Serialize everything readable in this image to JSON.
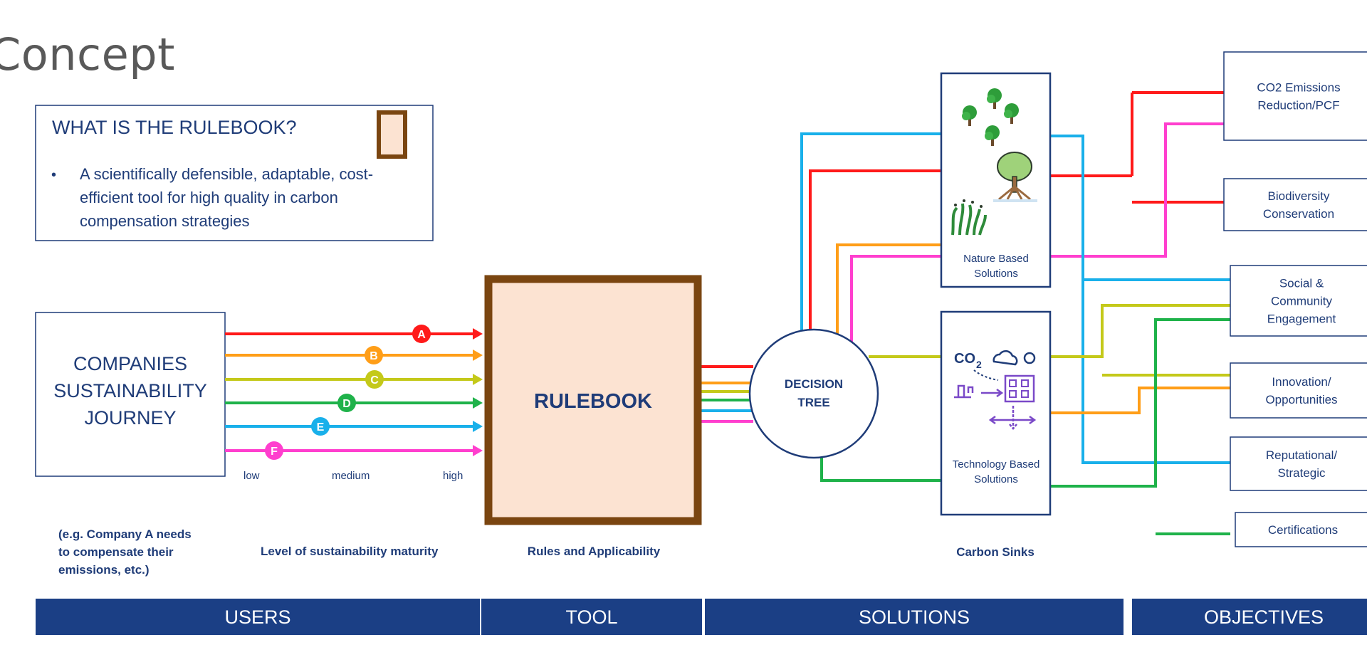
{
  "slide": {
    "title": "Concept"
  },
  "info_box": {
    "heading": "WHAT IS THE RULEBOOK?",
    "bullet_lines": [
      "A scientifically defensible, adaptable, cost-",
      "efficient tool for high quality in carbon",
      "compensation strategies"
    ]
  },
  "users_box": {
    "lines": [
      "COMPANIES",
      "SUSTAINABILITY",
      "JOURNEY"
    ]
  },
  "users_note": {
    "lines": [
      "(e.g. Company A needs",
      "to compensate their",
      "emissions, etc.)"
    ]
  },
  "maturity": {
    "caption": "Level of sustainability maturity",
    "scale": [
      "low",
      "medium",
      "high"
    ],
    "levels": [
      {
        "label": "A",
        "color": "#ff1a1a"
      },
      {
        "label": "B",
        "color": "#ff9e18"
      },
      {
        "label": "C",
        "color": "#c4c91a"
      },
      {
        "label": "D",
        "color": "#1fb24a"
      },
      {
        "label": "E",
        "color": "#19b0ea"
      },
      {
        "label": "F",
        "color": "#ff3fce"
      }
    ]
  },
  "rulebook": {
    "label": "RULEBOOK",
    "caption": "Rules and Applicability",
    "fill": "#fce3d2",
    "border": "#7a4510"
  },
  "decision_tree": {
    "lines": [
      "DECISION",
      "TREE"
    ]
  },
  "solutions": {
    "nature": {
      "lines": [
        "Nature Based",
        "Solutions"
      ],
      "icons": [
        "tree-icon",
        "mangrove-icon",
        "seagrass-icon"
      ]
    },
    "technology": {
      "lines": [
        "Technology Based",
        "Solutions"
      ],
      "icon_text": [
        "CO",
        "2"
      ]
    },
    "caption": "Carbon Sinks"
  },
  "objectives": [
    {
      "lines": [
        "CO2 Emissions",
        "Reduction/PCF"
      ]
    },
    {
      "lines": [
        "Biodiversity",
        "Conservation"
      ]
    },
    {
      "lines": [
        "Social &",
        "Community",
        "Engagement"
      ]
    },
    {
      "lines": [
        "Innovation/",
        "Opportunities"
      ]
    },
    {
      "lines": [
        "Reputational/",
        "Strategic"
      ]
    },
    {
      "lines": [
        "Certifications"
      ]
    }
  ],
  "footer_bands": [
    "USERS",
    "TOOL",
    "SOLUTIONS",
    "OBJECTIVES"
  ],
  "colors": {
    "navy": "#1b3f85",
    "box_border": "#1f3c78",
    "text_dark": "#1f3c78"
  }
}
